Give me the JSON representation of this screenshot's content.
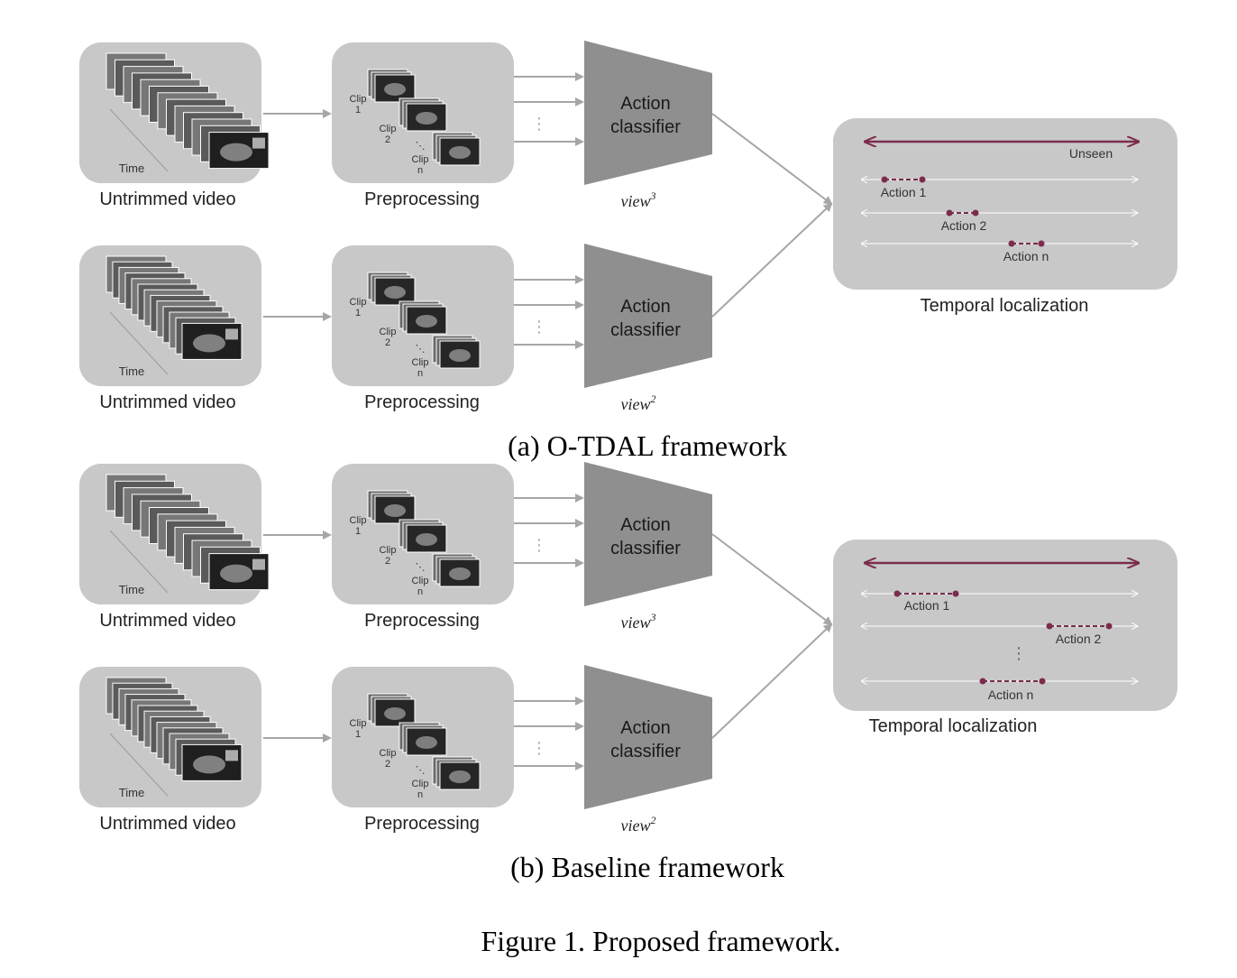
{
  "panels": [
    {
      "id": "a",
      "caption": "(a)   O-TDAL framework",
      "rows": [
        {
          "video_label": "Untrimmed video",
          "time_label": "Time",
          "preproc_label": "Preprocessing",
          "clips": [
            "Clip\n1",
            "Clip\n2",
            "Clip\nn"
          ],
          "classifier": [
            "Action",
            "classifier"
          ],
          "view": "view",
          "view_sup": "3"
        },
        {
          "video_label": "Untrimmed video",
          "time_label": "Time",
          "preproc_label": "Preprocessing",
          "clips": [
            "Clip\n1",
            "Clip\n2",
            "Clip\nn"
          ],
          "classifier": [
            "Action",
            "classifier"
          ],
          "view": "view",
          "view_sup": "2"
        }
      ],
      "localization": {
        "label": "Temporal localization",
        "unseen_label": "Unseen",
        "actions": [
          "Action 1",
          "Action 2",
          "Action n"
        ]
      }
    },
    {
      "id": "b",
      "caption": "(b)   Baseline framework",
      "rows": [
        {
          "video_label": "Untrimmed video",
          "time_label": "Time",
          "preproc_label": "Preprocessing",
          "clips": [
            "Clip\n1",
            "Clip\n2",
            "Clip\nn"
          ],
          "classifier": [
            "Action",
            "classifier"
          ],
          "view": "view",
          "view_sup": "3"
        },
        {
          "video_label": "Untrimmed video",
          "time_label": "Time",
          "preproc_label": "Preprocessing",
          "clips": [
            "Clip\n1",
            "Clip\n2",
            "Clip\nn"
          ],
          "classifier": [
            "Action",
            "classifier"
          ],
          "view": "view",
          "view_sup": "2"
        }
      ],
      "localization": {
        "label": "Temporal localization",
        "actions": [
          "Action 1",
          "Action 2",
          "Action n"
        ]
      }
    }
  ],
  "figure_caption": "Figure 1. Proposed framework.",
  "colors": {
    "box_fill": "#c8c8c8",
    "classifier_fill": "#8f8f8f",
    "arrow": "#a6a6a6",
    "accent": "#7b2c4e",
    "frame_dark": "#3a3a3a"
  }
}
